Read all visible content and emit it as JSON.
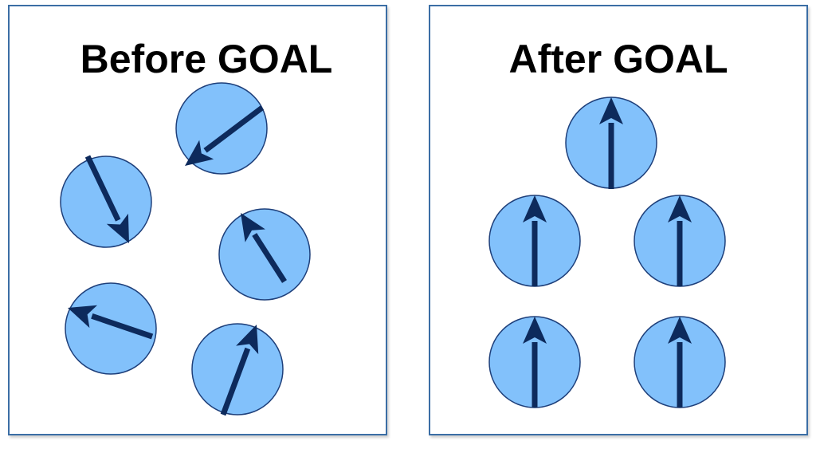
{
  "colors": {
    "panel_border": "#3b6ea5",
    "circle_fill": "#82c1fb",
    "circle_stroke": "#1e3f7a",
    "arrow": "#0d2a5c",
    "title_text": "#000000"
  },
  "panels": [
    {
      "id": "before",
      "title": "Before GOAL",
      "state": "random-orientations",
      "arrow_directions": [
        "down-left",
        "down-right",
        "up-left",
        "left",
        "up-right"
      ]
    },
    {
      "id": "after",
      "title": "After GOAL",
      "state": "aligned-up",
      "arrow_directions": [
        "up",
        "up",
        "up",
        "up",
        "up"
      ]
    }
  ]
}
